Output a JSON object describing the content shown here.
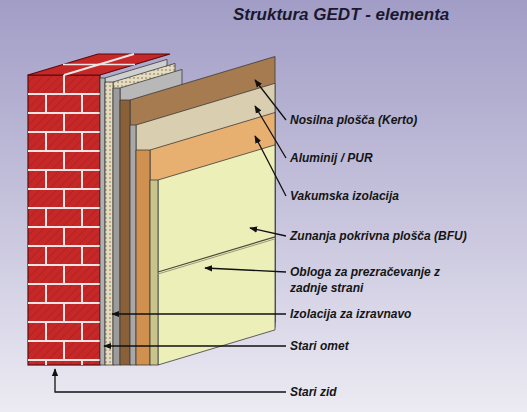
{
  "diagram": {
    "title": "Struktura GEDT - elementa",
    "labels": [
      "Nosilna plošča (Kerto)",
      "Aluminij / PUR",
      "Vakumska izolacija",
      "Zunanja pokrivna plošča (BFU)",
      "Obloga za prezračevanje z zadnje strani",
      "Izolacija za izravnavo",
      "Stari omet",
      "Stari zid"
    ]
  }
}
